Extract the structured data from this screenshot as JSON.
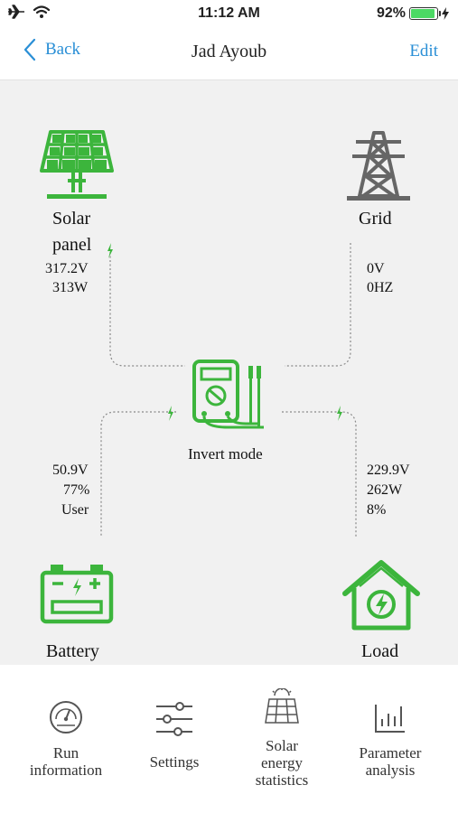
{
  "status_bar": {
    "time": "11:12 AM",
    "battery_percent": "92%",
    "battery_level": 0.92
  },
  "nav": {
    "back_label": "Back",
    "title": "Jad Ayoub",
    "edit_label": "Edit"
  },
  "diagram": {
    "solar": {
      "label_line1": "Solar",
      "label_line2": "panel",
      "voltage": "317.2V",
      "power": "313W"
    },
    "grid": {
      "label": "Grid",
      "voltage": "0V",
      "frequency": "0HZ"
    },
    "inverter": {
      "mode": "Invert mode"
    },
    "battery": {
      "label": "Battery",
      "voltage": "50.9V",
      "percent": "77%",
      "type": "User"
    },
    "load": {
      "label": "Load",
      "voltage": "229.9V",
      "power": "262W",
      "percent": "8%"
    }
  },
  "colors": {
    "accent_green": "#3cb53c",
    "link_blue": "#2a8fd6",
    "grid_gray": "#666666"
  },
  "tabs": [
    {
      "line1": "Run",
      "line2": "information",
      "icon": "gauge-icon"
    },
    {
      "line1": "Settings",
      "icon": "sliders-icon"
    },
    {
      "line1": "Solar",
      "line2": "energy",
      "line3": "statistics",
      "icon": "solar-panel-icon"
    },
    {
      "line1": "Parameter",
      "line2": "analysis",
      "icon": "bar-chart-icon"
    }
  ]
}
